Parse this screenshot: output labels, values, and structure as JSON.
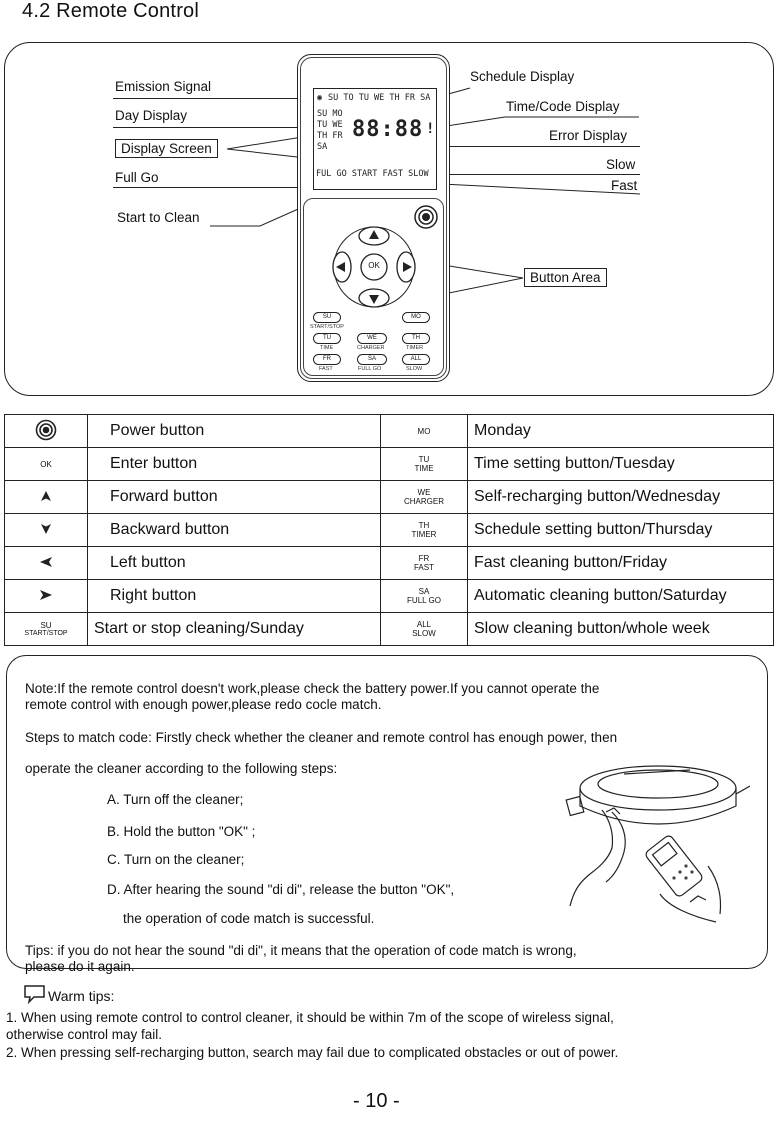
{
  "title": "4.2 Remote Control",
  "diagram": {
    "labels_left": {
      "emission_signal": "Emission Signal",
      "day_display": "Day Display",
      "display_screen": "Display Screen",
      "full_go": "Full Go",
      "start_to_clean": "Start to Clean"
    },
    "labels_right": {
      "schedule_display": "Schedule Display",
      "time_code_display": "Time/Code Display",
      "error_display": "Error Display",
      "slow": "Slow",
      "fast": "Fast",
      "button_area": "Button Area"
    },
    "lcd": {
      "top_row": "SU TO TU WE TH FR SA",
      "day_col_1": "SU MO",
      "day_col_2": "TU WE",
      "day_col_3": "TH FR",
      "day_col_4": "SA",
      "digits": "88:88",
      "bottom_row": "FUL GO  START  FAST  SLOW"
    },
    "remote_buttons": {
      "ok": "OK",
      "su": "SU",
      "su_sub": "START/STOP",
      "mo": "MO",
      "tu": "TU",
      "tu_sub": "TIME",
      "we": "WE",
      "we_sub": "CHARGER",
      "th": "TH",
      "th_sub": "TIMER",
      "fr": "FR",
      "fr_sub": "FAST",
      "sa": "SA",
      "sa_sub": "FULL GO",
      "all": "ALL",
      "all_sub": "SLOW"
    }
  },
  "button_table": {
    "rows": [
      {
        "icon_name": "power-icon",
        "icon_text": "",
        "left_desc": "Power button",
        "code_top": "MO",
        "code_bottom": "",
        "right_desc": "Monday"
      },
      {
        "icon_name": "ok-label",
        "icon_text": "OK",
        "left_desc": "Enter button",
        "code_top": "TU",
        "code_bottom": "TIME",
        "right_desc": "Time setting button/Tuesday"
      },
      {
        "icon_name": "arrow-up-icon",
        "icon_text": "",
        "left_desc": "Forward button",
        "code_top": "WE",
        "code_bottom": "CHARGER",
        "right_desc": "Self-recharging button/Wednesday"
      },
      {
        "icon_name": "arrow-down-icon",
        "icon_text": "",
        "left_desc": "Backward button",
        "code_top": "TH",
        "code_bottom": "TIMER",
        "right_desc": "Schedule setting button/Thursday"
      },
      {
        "icon_name": "arrow-left-icon",
        "icon_text": "",
        "left_desc": "Left button",
        "code_top": "FR",
        "code_bottom": "FAST",
        "right_desc": "Fast cleaning button/Friday"
      },
      {
        "icon_name": "arrow-right-icon",
        "icon_text": "",
        "left_desc": "Right button",
        "code_top": "SA",
        "code_bottom": "FULL GO",
        "right_desc": "Automatic cleaning button/Saturday"
      },
      {
        "icon_name": "su-label",
        "icon_text": "SU",
        "icon_sub": "START/STOP",
        "left_desc": "Start or stop cleaning/Sunday",
        "code_top": "ALL",
        "code_bottom": "SLOW",
        "right_desc": "Slow cleaning button/whole week"
      }
    ]
  },
  "note": {
    "line1": "Note:If the remote control doesn't work,please check the battery power.If you cannot operate the",
    "line2": "remote control with enough power,please redo cocle match.",
    "steps_intro1": "Steps to match code: Firstly check whether the cleaner and remote control has enough power, then",
    "steps_intro2": "operate the cleaner according to the following steps:",
    "step_a": "A. Turn off the cleaner;",
    "step_b": "B.  Hold the button \"OK\"  ;",
    "step_c": "C. Turn on the cleaner;",
    "step_d1": "D. After hearing the sound \"di di\", release the button \"OK\",",
    "step_d2": "the operation of code match is successful.",
    "tips1": "Tips: if you do not hear the sound \"di di\", it means that the operation of code match is wrong,",
    "tips2": "please do it again."
  },
  "warm_tips": {
    "heading": "Warm tips:",
    "tip1a": "1. When using remote control to control cleaner, it should be within 7m of the scope of wireless signal,",
    "tip1b": "otherwise control may fail.",
    "tip2": "2. When pressing self-recharging button, search may fail due to complicated obstacles or out of power."
  },
  "page_number": "- 10 -"
}
